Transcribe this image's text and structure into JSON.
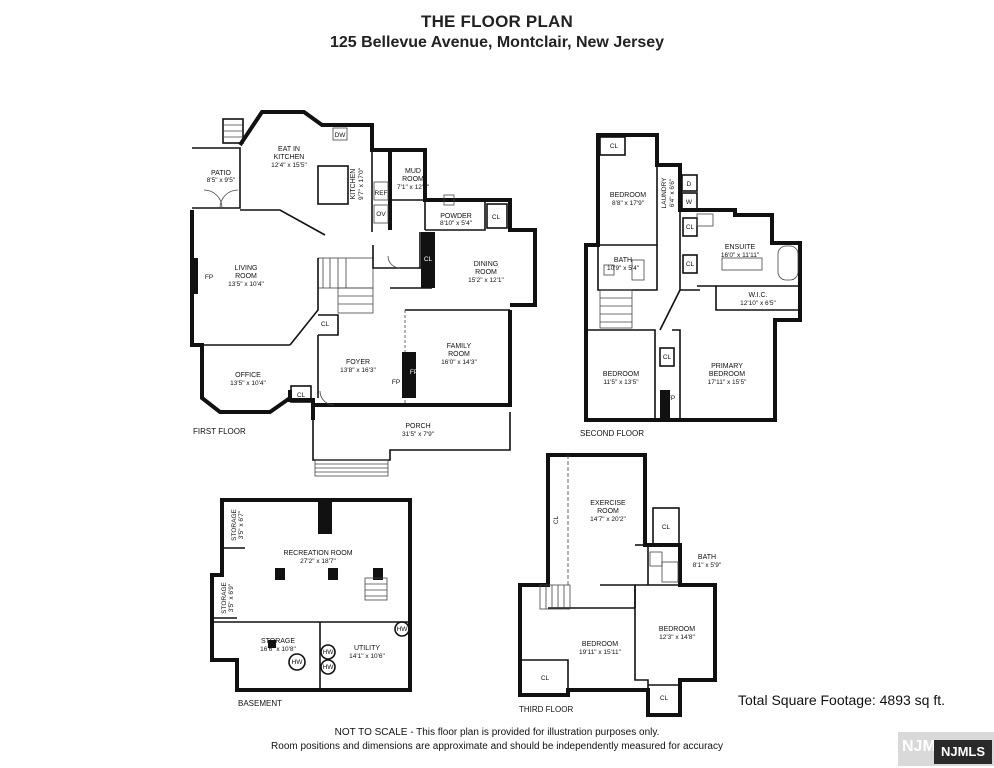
{
  "header": {
    "title": "THE FLOOR PLAN",
    "address": "125 Bellevue Avenue, Montclair, New Jersey"
  },
  "floors": {
    "first": {
      "name": "FIRST FLOOR",
      "rooms": [
        {
          "name": "EAT IN",
          "sub": "KITCHEN",
          "dim": "12'4\" x 15'5\""
        },
        {
          "name": "PATIO",
          "dim": "8'5\" x 9'5\""
        },
        {
          "name": "KITCHEN",
          "dim": "9'7\" x 17'0\""
        },
        {
          "name": "MUD",
          "sub": "ROOM",
          "dim": "7'1\" x 12'2\""
        },
        {
          "name": "POWDER",
          "dim": "8'10\" x 5'4\""
        },
        {
          "name": "LIVING",
          "sub": "ROOM",
          "dim": "13'5\" x 10'4\""
        },
        {
          "name": "DINING",
          "sub": "ROOM",
          "dim": "15'2\" x 12'1\""
        },
        {
          "name": "FAMILY",
          "sub": "ROOM",
          "dim": "16'0\" x 14'3\""
        },
        {
          "name": "FOYER",
          "dim": "13'8\" x 16'3\""
        },
        {
          "name": "OFFICE",
          "dim": "13'5\" x 10'4\""
        },
        {
          "name": "PORCH",
          "dim": "31'5\" x 7'9\""
        }
      ],
      "fixtures": {
        "dw": "DW",
        "ref": "REF",
        "ov": "OV",
        "cl": "CL",
        "fp": "FP"
      }
    },
    "second": {
      "name": "SECOND FLOOR",
      "rooms": [
        {
          "name": "BEDROOM",
          "dim": "8'8\" x 17'9\""
        },
        {
          "name": "LAUNDRY",
          "dim": "6'4\" x 6'6\""
        },
        {
          "name": "ENSUITE",
          "dim": "16'0\" x 11'11\""
        },
        {
          "name": "BATH",
          "dim": "10'9\" x 5'4\""
        },
        {
          "name": "W.I.C.",
          "dim": "12'10\" x 6'5\""
        },
        {
          "name": "BEDROOM",
          "dim": "11'5\" x 13'5\""
        },
        {
          "name": "PRIMARY",
          "sub": "BEDROOM",
          "dim": "17'11\" x 15'5\""
        }
      ],
      "fixtures": {
        "d": "D",
        "w": "W"
      }
    },
    "basement": {
      "name": "BASEMENT",
      "rooms": [
        {
          "name": "STORAGE",
          "dim": "3'5\" x 6'7\""
        },
        {
          "name": "RECREATION ROOM",
          "dim": "27'2\" x 18'7\""
        },
        {
          "name": "STORAGE",
          "dim": "3'5\" x 6'9\""
        },
        {
          "name": "STORAGE",
          "dim": "16'6\" x 10'8\""
        },
        {
          "name": "UTILITY",
          "dim": "14'1\" x 10'6\""
        }
      ],
      "fixtures": {
        "hw": "HW"
      }
    },
    "third": {
      "name": "THIRD FLOOR",
      "rooms": [
        {
          "name": "EXERCISE",
          "sub": "ROOM",
          "dim": "14'7\" x 20'2\""
        },
        {
          "name": "BATH",
          "dim": "8'1\" x 5'9\""
        },
        {
          "name": "BEDROOM",
          "dim": "19'11\" x 15'11\""
        },
        {
          "name": "BEDROOM",
          "dim": "12'3\" x 14'8\""
        }
      ]
    }
  },
  "footer": {
    "total_sqft": "Total Square Footage: 4893 sq ft.",
    "disclaimer_1": "NOT TO SCALE - This floor plan is provided for illustration purposes only.",
    "disclaimer_2": "Room positions and dimensions are approximate and should be independently measured for accuracy",
    "logo_text": "NJMLS",
    "logo_ghost": "NJMLS"
  }
}
